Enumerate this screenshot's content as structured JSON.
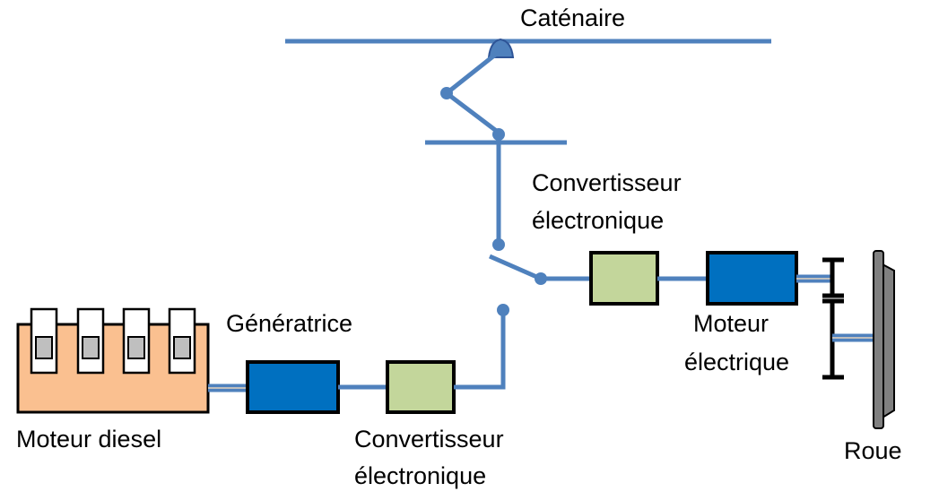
{
  "labels": {
    "catenaire": "Caténaire",
    "convertisseur_haut_1": "Convertisseur",
    "convertisseur_haut_2": "électronique",
    "generatrice": "Génératrice",
    "moteur_electrique_1": "Moteur",
    "moteur_electrique_2": "électrique",
    "moteur_diesel": "Moteur diesel",
    "convertisseur_bas_1": "Convertisseur",
    "convertisseur_bas_2": "électronique",
    "roue": "Roue"
  },
  "colors": {
    "line": "#4F81BD",
    "motor_blue": "#0070C0",
    "converter_green": "#C3D69B",
    "engine_orange": "#FAC090",
    "cylinder_grey": "#BFBFBF",
    "shaft_grey": "#8EA9C1",
    "wheel_grey": "#808080",
    "outline": "#000000"
  },
  "icons": [
    "pantograph-icon",
    "switch-icon",
    "diesel-engine-icon",
    "wheel-icon"
  ]
}
